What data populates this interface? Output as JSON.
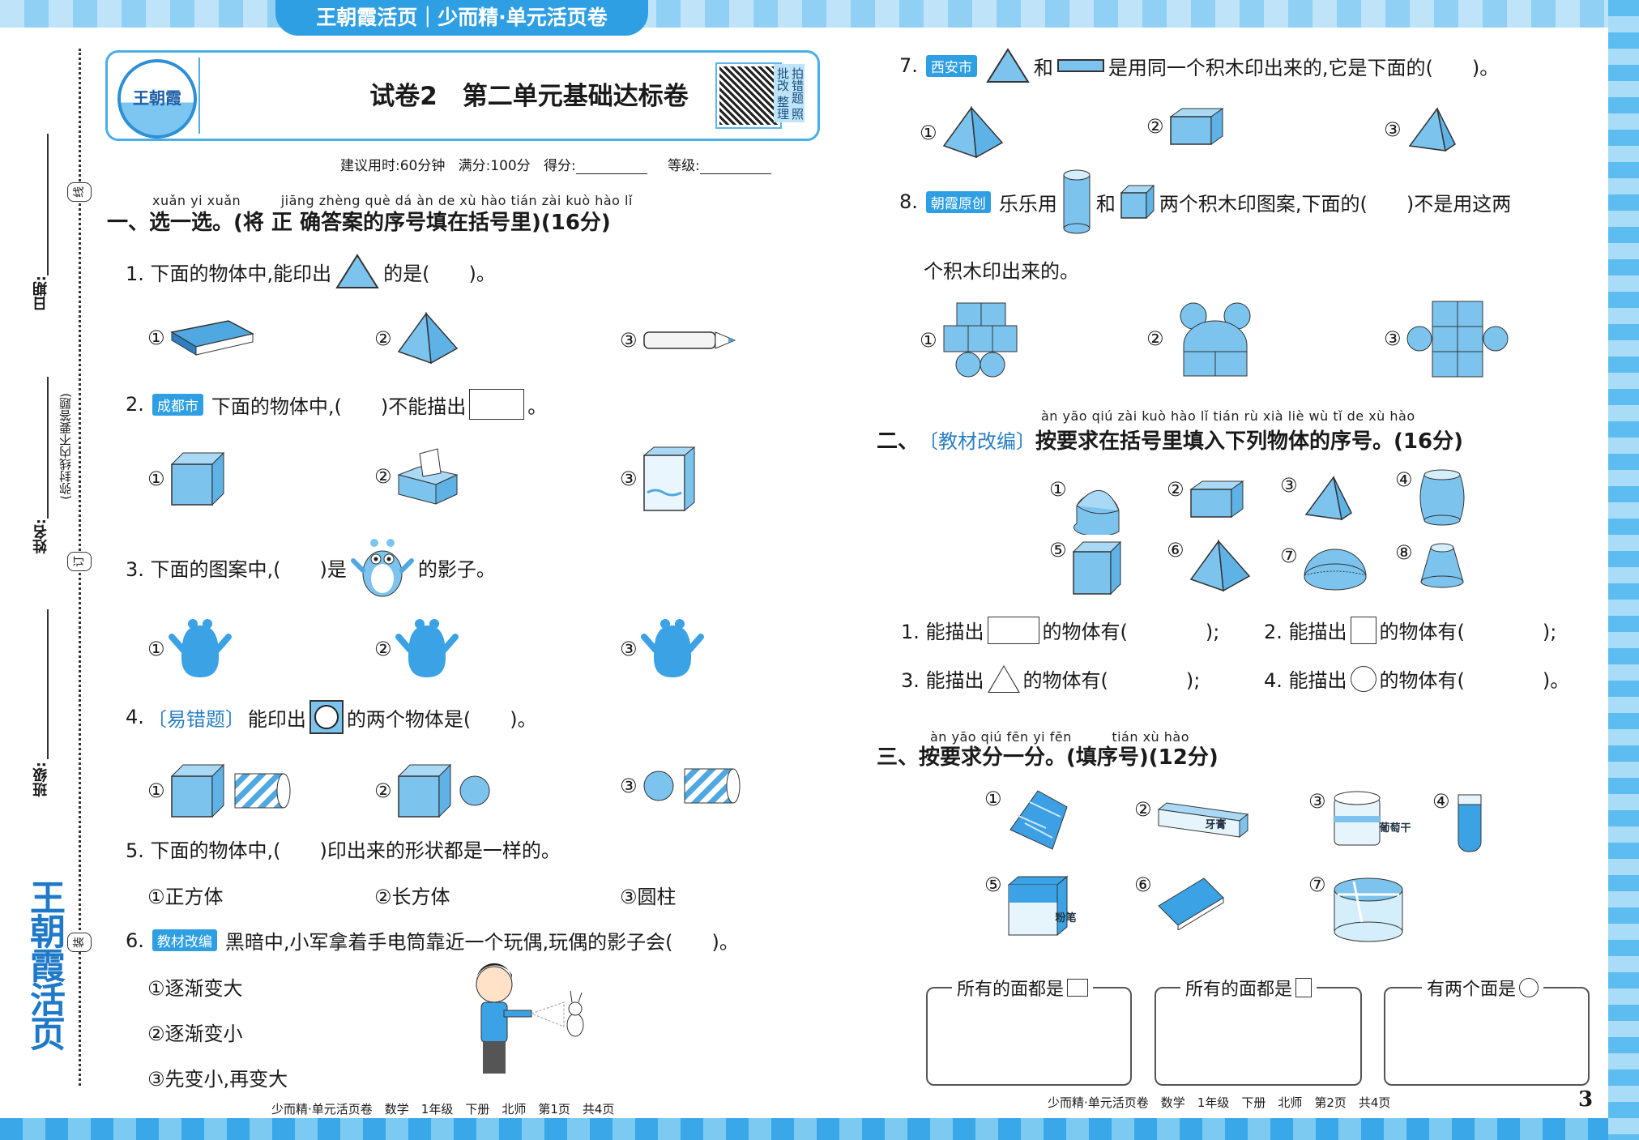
{
  "banner": "王朝霞活页｜少而精·单元活页卷",
  "header": {
    "logo_text": "王朝霞",
    "title": "试卷2　第二单元基础达标卷",
    "qr_label": "拍错题 照批改 整理",
    "info": {
      "time": "建议用时:60分钟",
      "full": "满分:100分",
      "score": "得分:",
      "grade": "等级:"
    }
  },
  "margin": {
    "date": "日期:",
    "name": "姓名:",
    "class": "班级:",
    "notice": "(弥封线内不要答题)",
    "seals": [
      "线",
      "订",
      "装"
    ],
    "brand": "王朝霞活页"
  },
  "section1": {
    "pinyin": "xuǎn yi xuǎn　　　jiāng zhèng què dá àn de xù hào tián zài kuò hào lǐ",
    "heading": "一、选一选。(将 正 确答案的序号填在括号里)(16分)",
    "q1": {
      "before": "1. 下面的物体中,能印出",
      "after": "的是(　　)。",
      "options": [
        "①",
        "②",
        "③"
      ]
    },
    "q2": {
      "num": "2.",
      "tag": "成都市",
      "before": "下面的物体中,(　　)不能描出",
      "after": "。",
      "options": [
        "①",
        "②",
        "③"
      ]
    },
    "q3": {
      "before": "3. 下面的图案中,(　　)是",
      "after": "的影子。",
      "options": [
        "①",
        "②",
        "③"
      ]
    },
    "q4": {
      "num": "4.",
      "tag": "〔易错题〕",
      "before": "能印出",
      "after": "的两个物体是(　　)。",
      "options": [
        "①",
        "②",
        "③"
      ]
    },
    "q5": {
      "text": "5. 下面的物体中,(　　)印出来的形状都是一样的。",
      "options": [
        "①正方体",
        "②长方体",
        "③圆柱"
      ]
    },
    "q6": {
      "num": "6.",
      "tag": "教材改编",
      "text": "黑暗中,小军拿着手电筒靠近一个玩偶,玩偶的影子会(　　)。",
      "options": [
        "①逐渐变大",
        "②逐渐变小",
        "③先变小,再变大"
      ]
    }
  },
  "right": {
    "q7": {
      "num": "7.",
      "tag": "西安市",
      "mid": "和",
      "after": "是用同一个积木印出来的,它是下面的(　　)。",
      "options": [
        "①",
        "②",
        "③"
      ]
    },
    "q8": {
      "num": "8.",
      "tag": "朝霞原创",
      "before": "乐乐用",
      "mid": "和",
      "after": "两个积木印图案,下面的(　　)不是用这两",
      "cont": "个积木印出来的。",
      "options": [
        "①",
        "②",
        "③"
      ]
    }
  },
  "section2": {
    "pinyin": "àn yāo qiú zài kuò hào lǐ tián rù xià liè wù tǐ de xù hào",
    "prefix": "二、",
    "tag": "〔教材改编〕",
    "heading": "按要求在括号里填入下列物体的序号。(16分)",
    "labels": [
      "①",
      "②",
      "③",
      "④",
      "⑤",
      "⑥",
      "⑦",
      "⑧"
    ],
    "fills": [
      {
        "before": "1. 能描出",
        "after": "的物体有(　　　　);"
      },
      {
        "before": "2. 能描出",
        "after": "的物体有(　　　　);"
      },
      {
        "before": "3. 能描出",
        "after": "的物体有(　　　　);"
      },
      {
        "before": "4. 能描出",
        "after": "的物体有(　　　　)。"
      }
    ]
  },
  "section3": {
    "pinyin": "àn yāo qiú fēn yi fēn　　　tián xù hào",
    "heading": "三、按要求分一分。(填序号)(12分)",
    "labels": [
      "①",
      "②",
      "③",
      "④",
      "⑤",
      "⑥",
      "⑦"
    ],
    "object_texts": {
      "toothpaste": "牙膏",
      "raisins": "葡萄干",
      "chalk": "粉笔"
    },
    "boxes": [
      "所有的面都是",
      "所有的面都是",
      "有两个面是"
    ]
  },
  "footer": {
    "left": "少而精·单元活页卷　数学　1年级　下册　北师　第1页　共4页",
    "right": "少而精·单元活页卷　数学　1年级　下册　北师　第2页　共4页",
    "page_number": "3"
  },
  "colors": {
    "accent": "#2f9fe3",
    "shape_fill": "#7cc4ee",
    "tag_text": "#2b7fc4"
  }
}
